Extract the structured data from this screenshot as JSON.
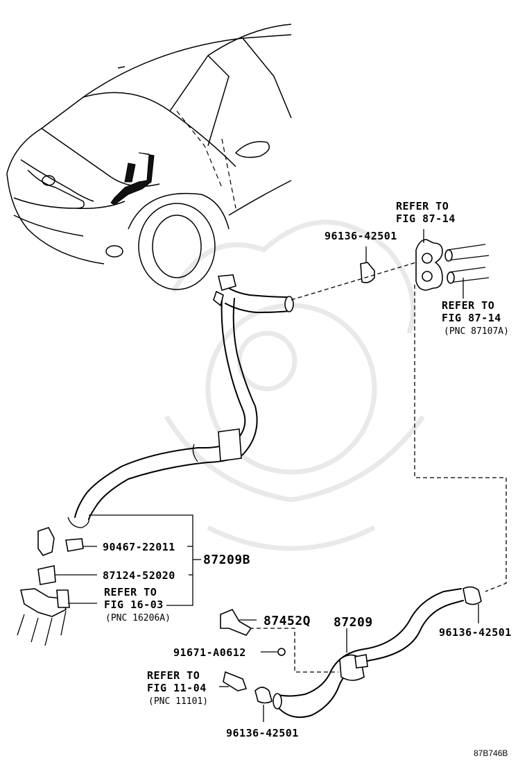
{
  "diagram": {
    "labels": {
      "refer_top_line1": "REFER TO",
      "refer_top_line2": "FIG 87-14",
      "clamp_top": "96136-42501",
      "refer_right_line1": "REFER TO",
      "refer_right_line2": "FIG 87-14",
      "refer_right_pnc": "(PNC 87107A)",
      "clip_90467": "90467-22011",
      "assy_87209B": "87209B",
      "bracket_87124": "87124-52020",
      "refer_left_line1": "REFER TO",
      "refer_left_line2": "FIG 16-03",
      "refer_left_pnc": "(PNC 16206A)",
      "clamp_right": "96136-42501",
      "bracket_87452Q": "87452Q",
      "hose_87209": "87209",
      "bolt_91671": "91671-A0612",
      "refer_bottom_line1": "REFER TO",
      "refer_bottom_line2": "FIG 11-04",
      "refer_bottom_pnc": "(PNC 11101)",
      "clamp_bottom": "96136-42501",
      "illustration_code": "87B746B"
    }
  }
}
